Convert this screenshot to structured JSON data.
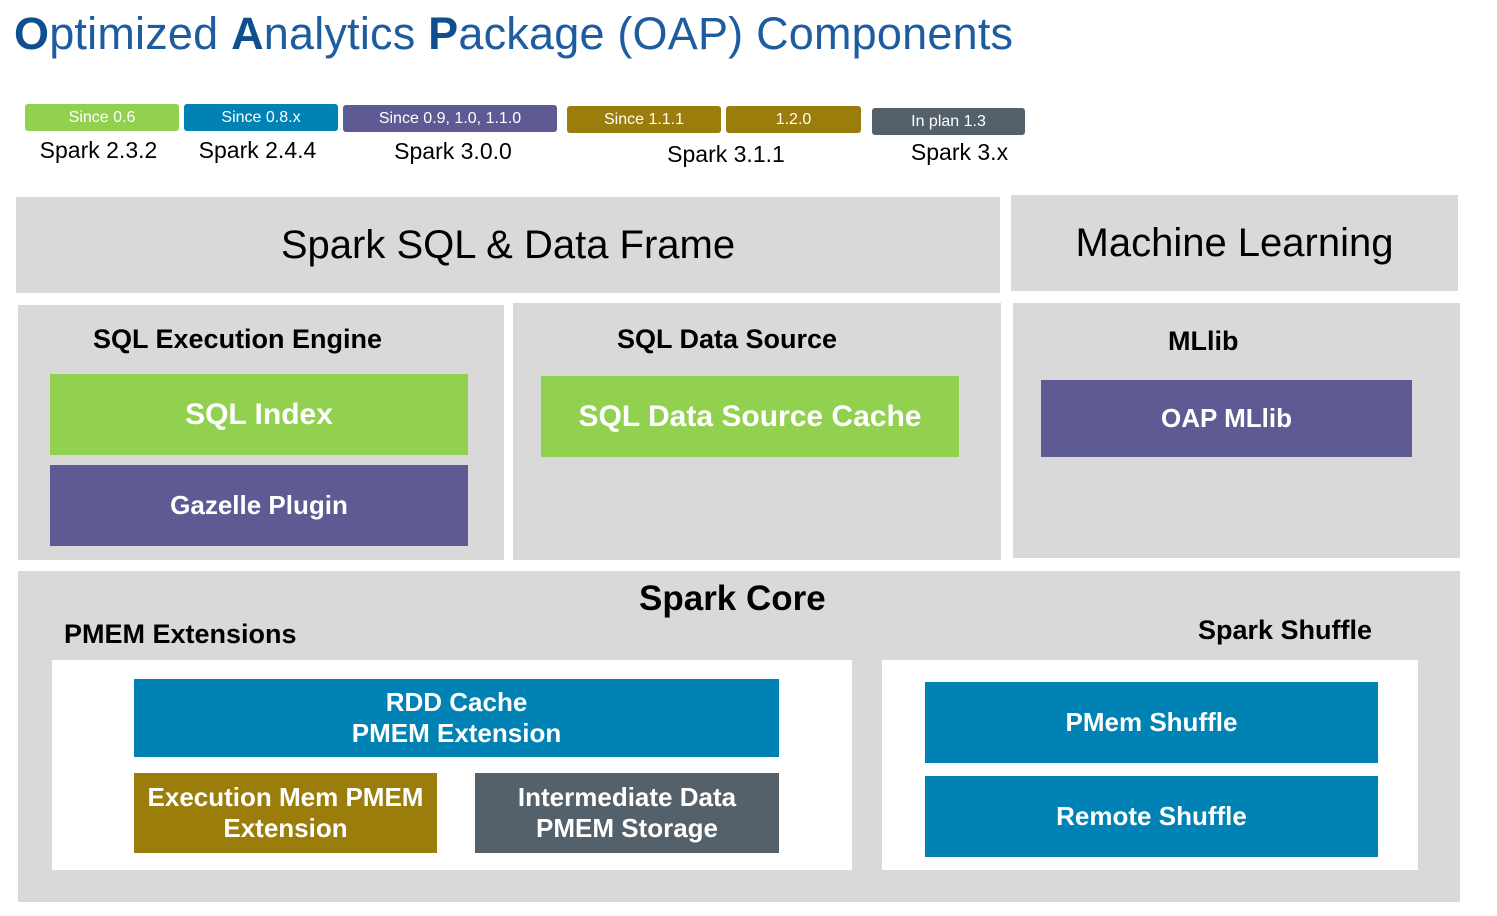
{
  "title": {
    "parts": [
      {
        "bold": "O",
        "rest": "ptimized "
      },
      {
        "bold": "A",
        "rest": "nalytics "
      },
      {
        "bold": "P",
        "rest": "ackage (OAP) Components"
      }
    ]
  },
  "colors": {
    "green": "#92d050",
    "teal": "#0082b4",
    "purple": "#5e5a93",
    "olive": "#9a7d0a",
    "slate": "#54606a",
    "panel_gray": "#d9d9d9",
    "title_blue": "#1d5c9e"
  },
  "legend": {
    "pills": [
      {
        "label": "Since 0.6",
        "color": "green"
      },
      {
        "label": "Since 0.8.x",
        "color": "teal"
      },
      {
        "label": "Since 0.9, 1.0, 1.1.0",
        "color": "purple"
      },
      {
        "label": "Since 1.1.1",
        "color": "olive"
      },
      {
        "label": "1.2.0",
        "color": "olive"
      },
      {
        "label": "In plan 1.3",
        "color": "slate"
      }
    ],
    "spark_versions": [
      "Spark 2.3.2",
      "Spark 2.4.4",
      "Spark 3.0.0",
      "Spark 3.1.1",
      "Spark 3.x"
    ]
  },
  "headers": {
    "sql_dataframe": "Spark SQL & Data Frame",
    "machine_learning": "Machine Learning"
  },
  "sql_execution_engine": {
    "title": "SQL Execution Engine",
    "components": [
      "SQL Index",
      "Gazelle Plugin"
    ]
  },
  "sql_data_source": {
    "title": "SQL Data Source",
    "components": [
      "SQL Data Source Cache"
    ]
  },
  "mllib": {
    "title": "MLlib",
    "components": [
      "OAP MLlib"
    ]
  },
  "spark_core": {
    "title": "Spark Core",
    "pmem_extensions": {
      "title": "PMEM Extensions",
      "rdd_cache": [
        "RDD Cache",
        "PMEM Extension"
      ],
      "execution_mem": [
        "Execution Mem PMEM",
        "Extension"
      ],
      "intermediate_data": [
        "Intermediate Data",
        "PMEM Storage"
      ]
    },
    "spark_shuffle": {
      "title": "Spark Shuffle",
      "components": [
        "PMem Shuffle",
        "Remote Shuffle"
      ]
    }
  }
}
